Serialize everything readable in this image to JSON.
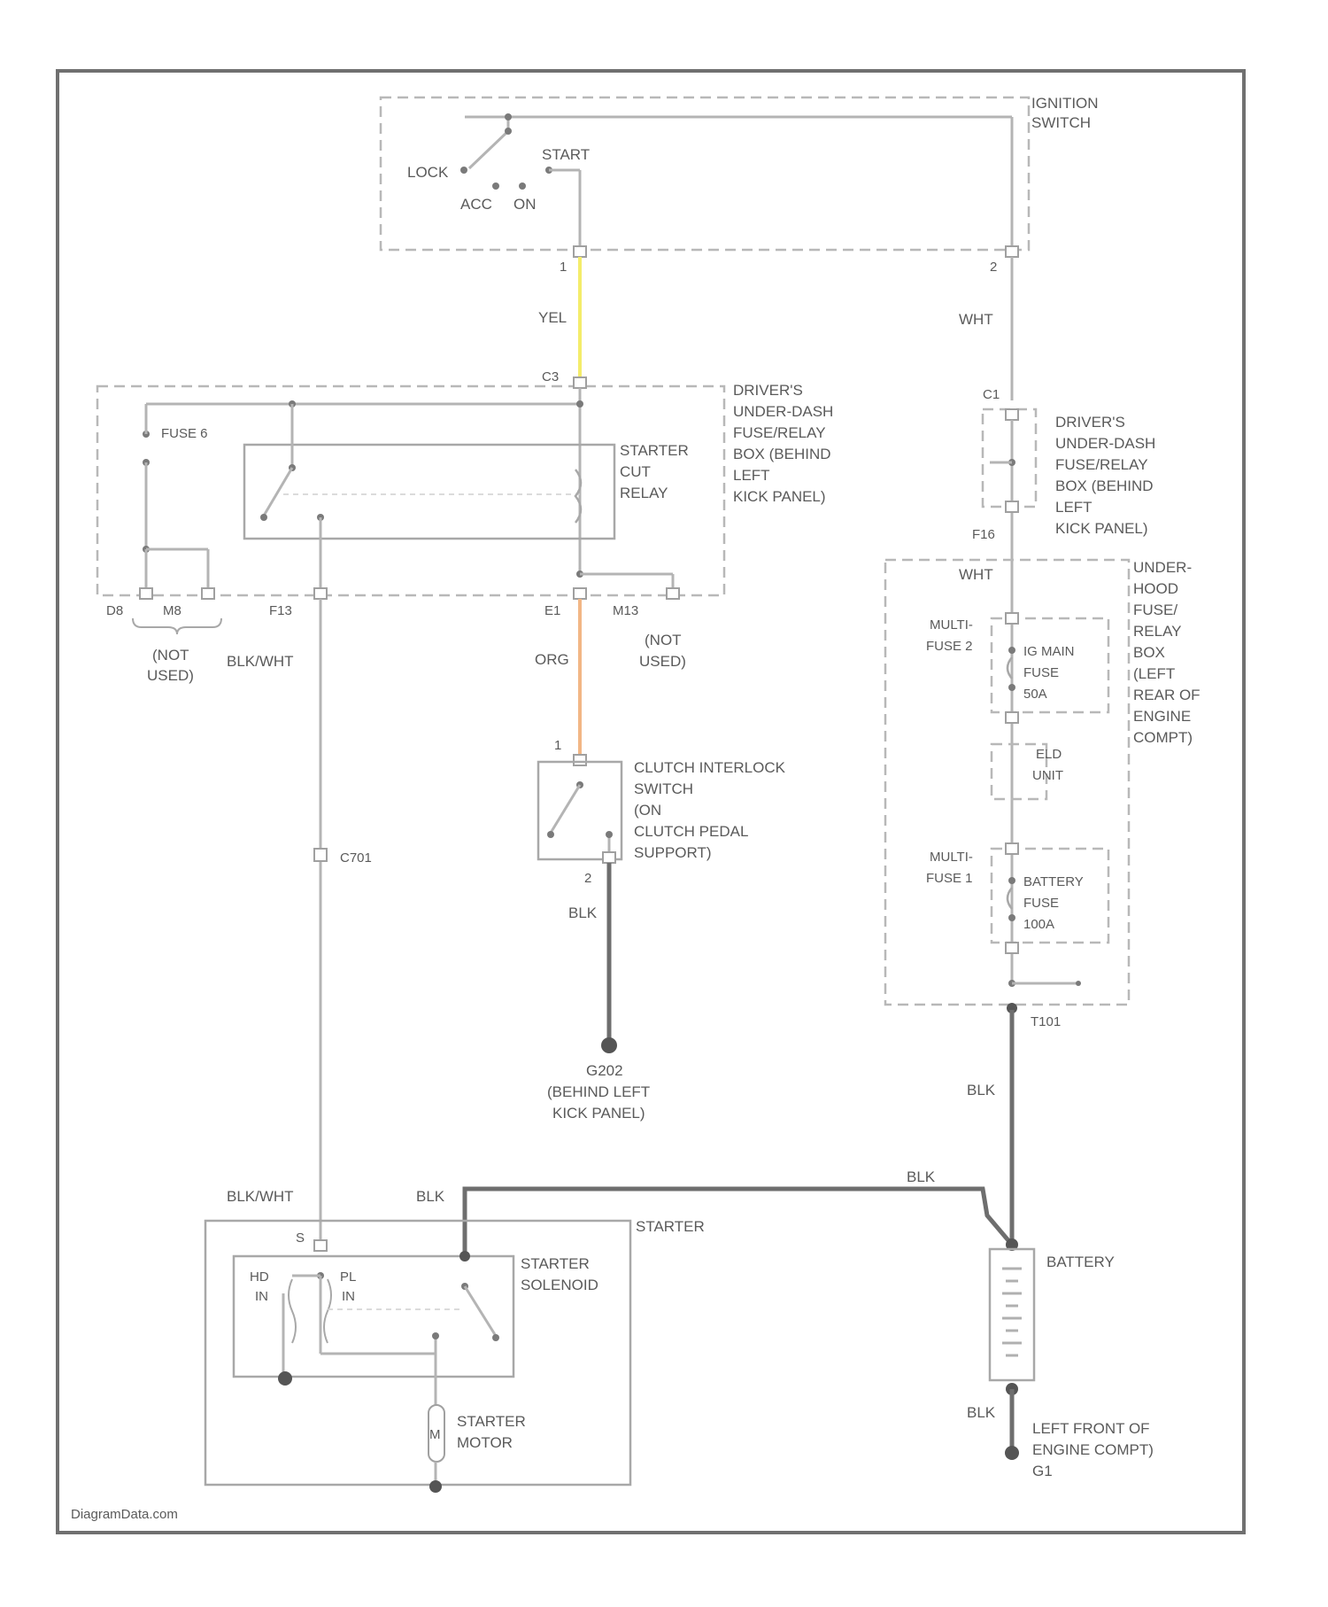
{
  "colors": {
    "wire_yel": "#f4ec6a",
    "wire_org": "#f2b685",
    "wire_gray": "#b4b4b4",
    "wire_blk": "#6e6e6e"
  },
  "ignition_switch": {
    "name_line1": "IGNITION",
    "name_line2": "SWITCH",
    "lock": "LOCK",
    "acc": "ACC",
    "on": "ON",
    "start": "START",
    "pin1": "1",
    "pin2": "2"
  },
  "wires": {
    "yel": "YEL",
    "wht_top": "WHT",
    "wht_mid": "WHT",
    "org": "ORG",
    "blkwht_left": "BLK/WHT",
    "blkwht_bottom": "BLK/WHT",
    "blk_clutch": "BLK",
    "blk_fuse": "BLK",
    "blk_starter": "BLK",
    "blk_top": "BLK",
    "blk_battery": "BLK"
  },
  "dash_fuse_box": {
    "line1": "DRIVER'S",
    "line2": "UNDER-DASH",
    "line3": "FUSE/RELAY",
    "line4": "BOX (BEHIND",
    "line5": "LEFT",
    "line6": "KICK PANEL)",
    "fuse": "FUSE 6",
    "relay_line1": "STARTER",
    "relay_line2": "CUT",
    "relay_line3": "RELAY",
    "pin_c3": "C3",
    "pin_d8": "D8",
    "pin_m8": "M8",
    "pin_f13": "F13",
    "pin_e1": "E1",
    "pin_m13": "M13",
    "not_used1_a": "(NOT",
    "not_used1_b": "USED)",
    "not_used2_a": "(NOT",
    "not_used2_b": "USED)"
  },
  "dash_fuse_box2": {
    "line1": "DRIVER'S",
    "line2": "UNDER-DASH",
    "line3": "FUSE/RELAY",
    "line4": "BOX (BEHIND",
    "line5": "LEFT",
    "line6": "KICK PANEL)",
    "pin_c1": "C1",
    "pin_f16": "F16"
  },
  "underhood_box": {
    "line1": "UNDER-",
    "line2": "HOOD",
    "line3": "FUSE/",
    "line4": "RELAY",
    "line5": "BOX",
    "line6": "(LEFT",
    "line7": "REAR OF",
    "line8": "ENGINE",
    "line9": "COMPT)",
    "mf2_a": "MULTI-",
    "mf2_b": "FUSE 2",
    "ig_main_a": "IG MAIN",
    "ig_main_b": "FUSE",
    "ig_main_c": "50A",
    "elc_a": "ELD",
    "elc_b": "UNIT",
    "mf1_a": "MULTI-",
    "mf1_b": "FUSE 1",
    "batt_fuse_a": "BATTERY",
    "batt_fuse_b": "FUSE",
    "batt_fuse_c": "100A",
    "pin_t101": "T101"
  },
  "clutch_switch": {
    "line1": "CLUTCH INTERLOCK",
    "line2": "SWITCH",
    "line3": "(ON",
    "line4": "CLUTCH PEDAL",
    "line5": "SUPPORT)",
    "pin1": "1",
    "pin2": "2"
  },
  "ground_g202": {
    "line1": "G202",
    "line2": "(BEHIND LEFT",
    "line3": "KICK PANEL)"
  },
  "connector_c701": "C701",
  "starter": {
    "name": "STARTER",
    "solenoid_a": "STARTER",
    "solenoid_b": "SOLENOID",
    "hd_a": "HD",
    "hd_b": "IN",
    "pl_a": "PL",
    "pl_b": "IN",
    "motor_a": "STARTER",
    "motor_b": "MOTOR",
    "m": "M",
    "pin_s": "S"
  },
  "battery": {
    "name": "BATTERY",
    "ground_a": "LEFT FRONT OF",
    "ground_b": "ENGINE COMPT)",
    "ground_c": "G1"
  },
  "watermark": "DiagramData.com"
}
